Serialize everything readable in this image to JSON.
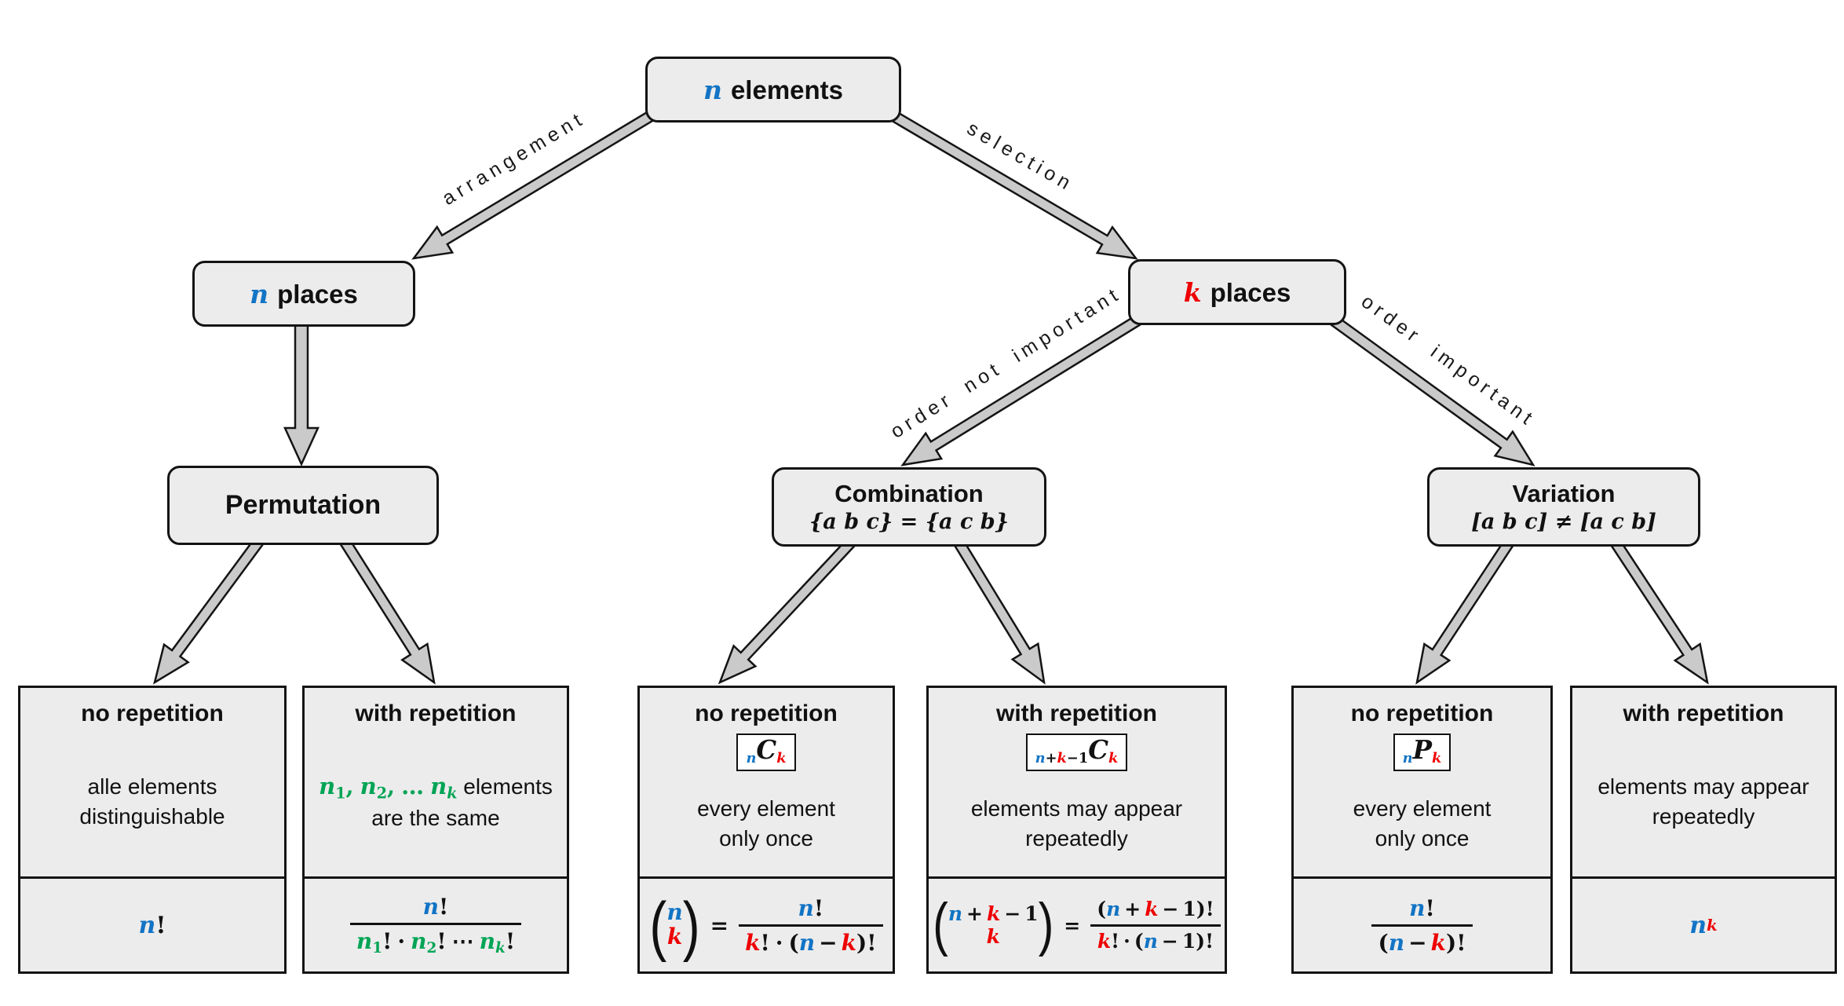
{
  "colors": {
    "blue": "#1274c5",
    "red": "#ee0000",
    "green": "#00a455",
    "box_fill": "#ececec",
    "arrow_fill": "#cacaca",
    "border": "#141414"
  },
  "nodes": {
    "root": {
      "var": "n",
      "label": "elements"
    },
    "places_n": {
      "var": "n",
      "label": "places"
    },
    "places_k": {
      "var": "k",
      "label": "places"
    },
    "permutation": {
      "title": "Permutation"
    },
    "combination": {
      "title": "Combination",
      "note": "{a b c} = {a c b}"
    },
    "variation": {
      "title": "Variation",
      "note": "[a b c] ≠ [a c b]"
    }
  },
  "edge_labels": {
    "arrangement": "arrangement",
    "selection": "selection",
    "order_not": "order not important",
    "order_yes": "order important"
  },
  "cards": [
    {
      "header": "no repetition",
      "body1": "alle elements",
      "body2": "distinguishable"
    },
    {
      "header": "with repetition",
      "body_tail": "elements",
      "body2": "are the same"
    },
    {
      "header": "no repetition",
      "body1": "every element",
      "body2": "only once"
    },
    {
      "header": "with repetition",
      "body1": "elements may appear",
      "body2": "repeatedly"
    },
    {
      "header": "no repetition",
      "body1": "every element",
      "body2": "only once"
    },
    {
      "header": "with repetition",
      "body1": "elements may appear",
      "body2": "repeatedly"
    }
  ],
  "tok": {
    "n": "n",
    "k": "k",
    "C": "C",
    "P": "P",
    "one": "1",
    "two": "2",
    "plus": "+",
    "minus": "−",
    "eq": "=",
    "fact": "!",
    "cdot": "·",
    "cdots": "⋯",
    "comma": ",",
    "ellips": "…",
    "lp": "(",
    "rp": ")"
  }
}
